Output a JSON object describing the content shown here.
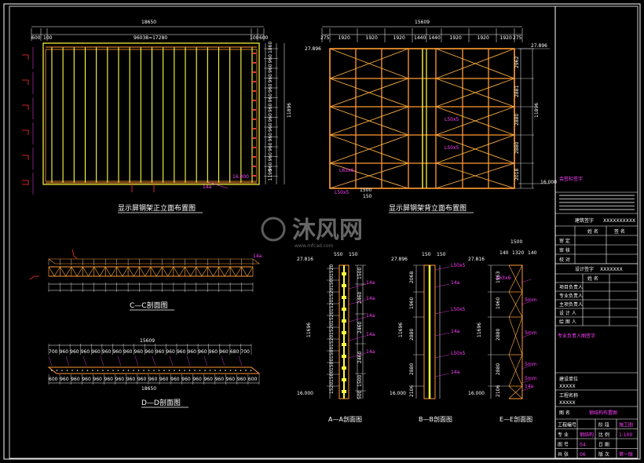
{
  "watermark": {
    "brand": "沐风网",
    "url": "www.mfcad.com"
  },
  "front_view": {
    "caption": "显示屏钢架正立面布置图",
    "overall_dim": "18650",
    "spans": [
      "600",
      "100",
      "96038=17280",
      "100",
      "600"
    ],
    "right_dims": [
      "1860",
      "960",
      "960",
      "960",
      "960",
      "960",
      "960",
      "960",
      "960",
      "960",
      "960",
      "960",
      "960",
      "1190"
    ],
    "total_h": "11896",
    "elev_top": "27.896",
    "elev_bot": "16.000",
    "note": "14a"
  },
  "back_view": {
    "caption": "显示屏钢架背立面布置图",
    "overall_dim": "15609",
    "spans": [
      "275",
      "1920",
      "1920",
      "1920",
      "1440",
      "1440",
      "1920",
      "1920",
      "1920",
      "275"
    ],
    "right_dims": [
      "2962",
      "2881",
      "2880",
      "2880",
      "2018"
    ],
    "total_h": "11896",
    "elev_top": "27.896",
    "elev_bot": "16.000",
    "labels": [
      "L50x5",
      "L50x5",
      "L50x5"
    ],
    "bottom_dims": [
      "1500",
      "150"
    ],
    "note_left": "L63x6"
  },
  "section_cc": {
    "caption": "C—C剖面图",
    "note": "14a"
  },
  "section_dd": {
    "caption": "D—D剖面图",
    "top_dim": "15609",
    "bottom_dim": "18650",
    "top_spans": [
      "700",
      "960",
      "960",
      "960",
      "960",
      "960",
      "960",
      "960",
      "960",
      "960",
      "960",
      "960",
      "960",
      "960",
      "960",
      "960",
      "960",
      "680",
      "700"
    ],
    "bottom_spans": [
      "600",
      "960",
      "960",
      "960",
      "960",
      "960",
      "960",
      "960",
      "960",
      "960",
      "960",
      "960",
      "960",
      "960",
      "960",
      "960",
      "960",
      "960",
      "600"
    ]
  },
  "section_aa": {
    "caption": "A—A剖面图",
    "elev_top": "27.816",
    "elev_bot": "16.000",
    "top_dims": [
      "550",
      "150"
    ],
    "left_dims": [
      "1520",
      "1500",
      "1520",
      "1520",
      "1520",
      "1520",
      "1520",
      "1500",
      "1500",
      "1500",
      "1520"
    ],
    "side_dims": [
      "1500",
      "2460",
      "2460",
      "2460",
      "1500",
      "500"
    ],
    "total_h": "11696"
  },
  "section_bb": {
    "caption": "B—B剖面图",
    "elev_top": "27.896",
    "elev_bot": "16.000",
    "top_dims": [
      "150",
      "150"
    ],
    "side_dims": [
      "2068",
      "1960",
      "2880",
      "2880",
      "2106"
    ],
    "total_h": "11696"
  },
  "section_ee": {
    "caption": "E—E剖面图",
    "elev_top": "27.816",
    "elev_bot": "16.000",
    "top_dims": [
      "1500",
      "140",
      "1320",
      "140"
    ],
    "side_dims": [
      "1963",
      "1960",
      "2880",
      "2880",
      "2106"
    ],
    "total_h": "11696",
    "tags": [
      "L63x6",
      "5mm",
      "5mm",
      "5mm",
      "5mm",
      "14a"
    ]
  },
  "title_block": {
    "stamp_label": "会签栏签字",
    "reg_label": "建筑签字",
    "reg_no": "XXXXXXXXXX",
    "col_name": "姓 名",
    "col_sign": "签 名",
    "roles_a": [
      "审 定",
      "审 核",
      "校 对"
    ],
    "design_label": "设计签字",
    "design_no": "XXXXXXX",
    "col_name2": "姓 名",
    "roles_b": [
      "项目负责人",
      "专业负责人",
      "主项负责人",
      "设 计 人",
      "绘 图 人"
    ],
    "note": "专业负责人图签字",
    "client_label": "建设单位",
    "client_val": "XXXXX",
    "project_label": "工程名称",
    "project_val": "XXXXX",
    "drawing_name_label": "图 名",
    "drawing_name_val": "钢结构布置图",
    "rows": [
      {
        "k1": "工程编号",
        "v1": "",
        "k2": "阶 段",
        "v2": "施工图"
      },
      {
        "k1": "专 业",
        "v1": "钢结构",
        "k2": "比 例",
        "v2": "1:100"
      },
      {
        "k1": "图 号",
        "v1": "04",
        "k2": "日 期",
        "v2": ""
      },
      {
        "k1": "共 张",
        "v1": "06",
        "k2": "版 次",
        "v2": "第一版"
      }
    ]
  }
}
